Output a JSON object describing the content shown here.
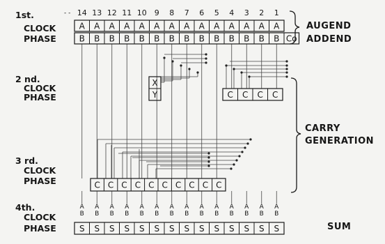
{
  "phases": {
    "p1": {
      "ord": "1st.",
      "l1": "CLOCK",
      "l2": "PHASE"
    },
    "p2": {
      "ord": "2 nd.",
      "l1": "CLOCK",
      "l2": "PHASE"
    },
    "p3": {
      "ord": "3 rd.",
      "l1": "CLOCK",
      "l2": "PHASE"
    },
    "p4": {
      "ord": "4th.",
      "l1": "CLOCK",
      "l2": "PHASE"
    }
  },
  "column_numbers": [
    "14",
    "13",
    "12",
    "11",
    "10",
    "9",
    "8",
    "7",
    "6",
    "5",
    "4",
    "3",
    "2",
    "1"
  ],
  "augend_row": {
    "label": "AUGEND",
    "cells": [
      "A",
      "A",
      "A",
      "A",
      "A",
      "A",
      "A",
      "A",
      "A",
      "A",
      "A",
      "A",
      "A",
      "A"
    ]
  },
  "addend_row": {
    "label": "ADDEND",
    "cells": [
      "B",
      "B",
      "B",
      "B",
      "B",
      "B",
      "B",
      "B",
      "B",
      "B",
      "B",
      "B",
      "B",
      "B"
    ],
    "carry_in": "Co"
  },
  "xy_cells": [
    "X",
    "Y"
  ],
  "carry_row_2": [
    "C",
    "C",
    "C",
    "C"
  ],
  "carry_row_3": [
    "C",
    "C",
    "C",
    "C",
    "C",
    "C",
    "C",
    "C",
    "C",
    "C"
  ],
  "carry_generation": {
    "line1": "CARRY",
    "line2": "GENERATION"
  },
  "sum_inputs": {
    "top": "A",
    "bottom": "B"
  },
  "sum_row": {
    "label": "SUM",
    "cells": [
      "S",
      "S",
      "S",
      "S",
      "S",
      "S",
      "S",
      "S",
      "S",
      "S",
      "S",
      "S",
      "S",
      "S"
    ]
  }
}
